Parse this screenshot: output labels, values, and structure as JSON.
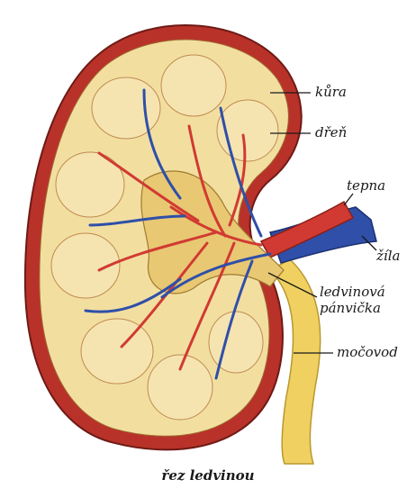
{
  "labels": {
    "kura": "kůra",
    "dren": "dřeň",
    "tepna": "tepna",
    "zila": "žíla",
    "panvicka_line1": "ledvinová",
    "panvicka_line2": "pánvička",
    "mocovod": "močovod"
  },
  "caption": "řez ledvinou",
  "colors": {
    "capsule": "#b8322a",
    "cortex": "#f2dfa0",
    "medulla": "#f5e4b0",
    "artery": "#d13a32",
    "vein": "#2f4fa8",
    "pelvis": "#e8c873",
    "ureter": "#f0d060"
  }
}
